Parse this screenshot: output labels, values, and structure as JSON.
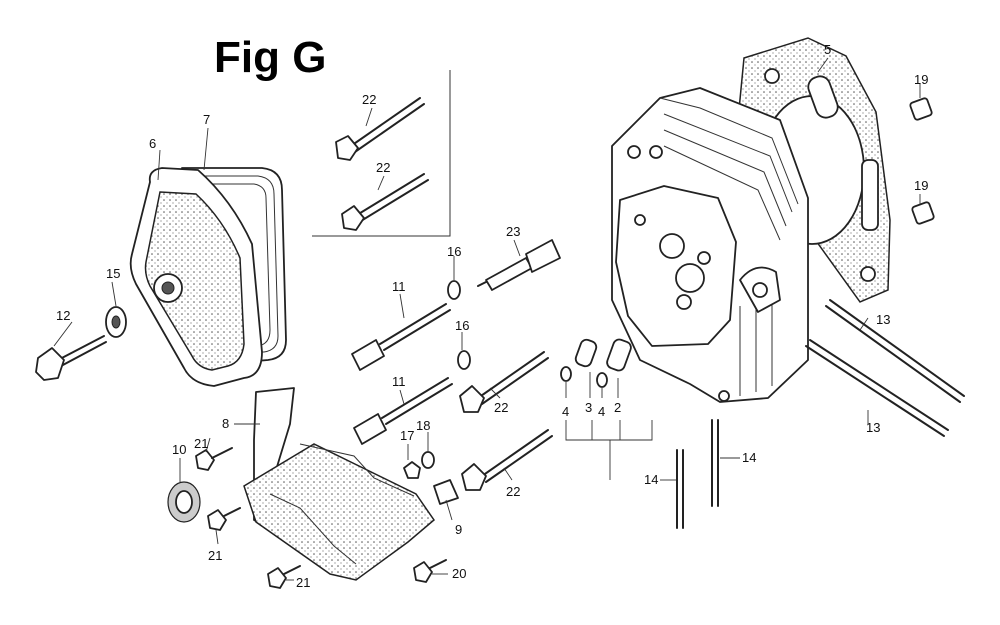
{
  "figure": {
    "title": "Fig G"
  },
  "part_labels": [
    {
      "id": "5",
      "text": "5"
    },
    {
      "id": "6",
      "text": "6"
    },
    {
      "id": "7",
      "text": "7"
    },
    {
      "id": "8",
      "text": "8"
    },
    {
      "id": "9",
      "text": "9"
    },
    {
      "id": "10",
      "text": "10"
    },
    {
      "id": "11a",
      "text": "11"
    },
    {
      "id": "11b",
      "text": "11"
    },
    {
      "id": "12",
      "text": "12"
    },
    {
      "id": "13a",
      "text": "13"
    },
    {
      "id": "13b",
      "text": "13"
    },
    {
      "id": "14a",
      "text": "14"
    },
    {
      "id": "14b",
      "text": "14"
    },
    {
      "id": "15",
      "text": "15"
    },
    {
      "id": "16a",
      "text": "16"
    },
    {
      "id": "16b",
      "text": "16"
    },
    {
      "id": "17",
      "text": "17"
    },
    {
      "id": "18",
      "text": "18"
    },
    {
      "id": "19a",
      "text": "19"
    },
    {
      "id": "19b",
      "text": "19"
    },
    {
      "id": "20",
      "text": "20"
    },
    {
      "id": "21a",
      "text": "21"
    },
    {
      "id": "21b",
      "text": "21"
    },
    {
      "id": "21c",
      "text": "21"
    },
    {
      "id": "22a",
      "text": "22"
    },
    {
      "id": "22b",
      "text": "22"
    },
    {
      "id": "22c",
      "text": "22"
    },
    {
      "id": "22d",
      "text": "22"
    },
    {
      "id": "23",
      "text": "23"
    },
    {
      "id": "2",
      "text": "2"
    },
    {
      "id": "3",
      "text": "3"
    },
    {
      "id": "4a",
      "text": "4"
    },
    {
      "id": "4b",
      "text": "4"
    }
  ]
}
